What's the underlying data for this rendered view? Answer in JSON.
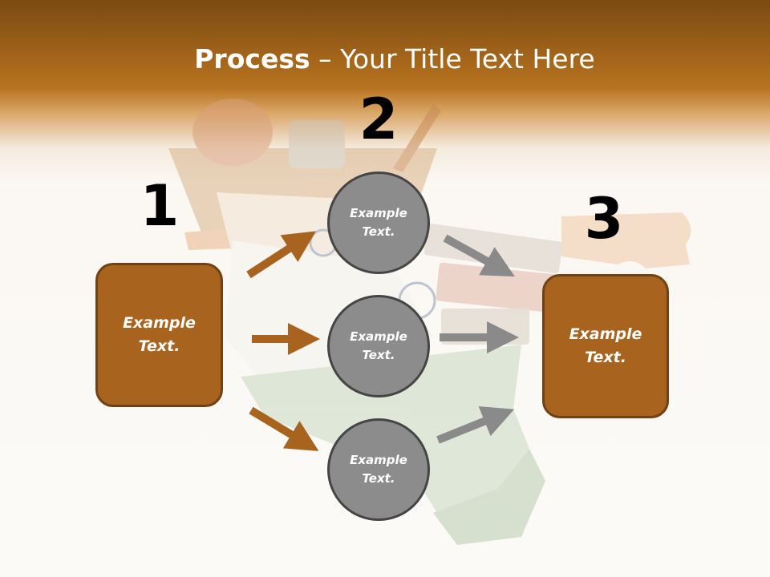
{
  "title": {
    "strong": "Process",
    "rest": " – Your Title Text Here"
  },
  "numbers": [
    "1",
    "2",
    "3"
  ],
  "left_box": {
    "line1": "Example",
    "line2": "Text."
  },
  "right_box": {
    "line1": "Example",
    "line2": "Text."
  },
  "circles": [
    {
      "line1": "Example",
      "line2": "Text."
    },
    {
      "line1": "Example",
      "line2": "Text."
    },
    {
      "line1": "Example",
      "line2": "Text."
    }
  ],
  "colors": {
    "header_dark": "#7a4a12",
    "header_mid": "#b8731f",
    "box_fill": "#a8641f",
    "box_border": "#6e4214",
    "circle_fill": "#8c8c8c",
    "circle_border": "#454545",
    "arrow_orange": "#a8641f",
    "arrow_gray": "#8a8a8a"
  },
  "icons": [
    "india-map-puzzle-image",
    "right-arrow-icon"
  ]
}
